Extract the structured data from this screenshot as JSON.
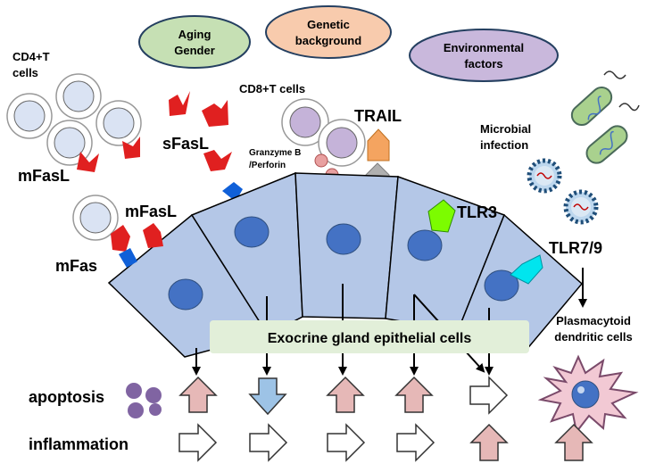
{
  "factors": {
    "aging": "Aging",
    "gender": "Gender",
    "genetic_line1": "Genetic",
    "genetic_line2": "background",
    "env_line1": "Environmental",
    "env_line2": "factors"
  },
  "labels": {
    "cd4_line1": "CD4+T",
    "cd4_line2": "cells",
    "cd8": "CD8+T cells",
    "mfasl_left": "mFasL",
    "mfasl_mid": "mFasL",
    "sfasl": "sFasL",
    "mfas": "mFas",
    "granzyme_line1": "Granzyme B",
    "granzyme_line2": "/Perforin",
    "trail": "TRAIL",
    "tlr3": "TLR3",
    "microbial_line1": "Microbial",
    "microbial_line2": "infection",
    "tlr79": "TLR7/9",
    "pdc_line1": "Plasmacytoid",
    "pdc_line2": "dendritic cells",
    "epithelial": "Exocrine gland epithelial cells",
    "apoptosis": "apoptosis",
    "inflammation": "inflammation"
  },
  "colors": {
    "aging_fill": "#c6e0b4",
    "genetic_fill": "#f8cbad",
    "env_fill": "#c9b8dc",
    "cell_fill": "#b4c7e7",
    "nucleus": "#4472c4",
    "cd4_cell": "#dae3f3",
    "cd8_cell": "#c5b3d9",
    "ligand_red": "#e02020",
    "receptor_blue": "#1060d8",
    "trail_orange": "#f4a460",
    "tlr3_green": "#7cfc00",
    "tlr79_cyan": "#00e5ee",
    "up_arrow": "#e6b8b7",
    "down_arrow": "#9dc3e6",
    "banner": "#e2efd9",
    "granzyme": "#e8a0a0",
    "apoptotic_bodies": "#8064a2"
  },
  "icons": [
    "up-arrow-icon",
    "down-arrow-icon",
    "right-arrow-icon",
    "bacteria-icon",
    "virus-icon",
    "dendritic-cell-icon"
  ]
}
